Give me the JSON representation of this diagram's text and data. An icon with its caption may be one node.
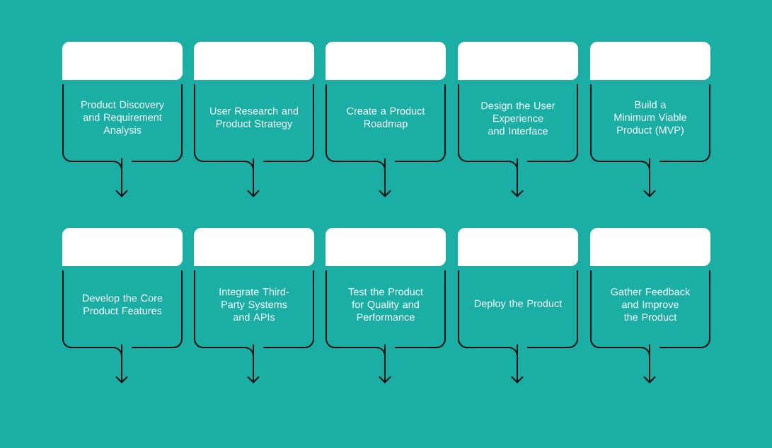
{
  "diagram": {
    "nodes": [
      {
        "text": [
          "Product Discovery and Requirement Analysis"
        ]
      },
      {
        "text": [
          "User Research and Product Strategy"
        ]
      },
      {
        "text": [
          "Create a Product Roadmap"
        ]
      },
      {
        "text": [
          "Design the User Experience and Interface"
        ]
      },
      {
        "text": [
          "Build a Minimum Viable Product (MVP)"
        ]
      },
      {
        "text": [
          "Develop the Core Product Features"
        ]
      },
      {
        "text": [
          "Integrate Third-Party Systems and APIs"
        ]
      },
      {
        "text": [
          "Test the Product for Quality and Performance"
        ]
      },
      {
        "text": [
          "Deploy the Product"
        ]
      },
      {
        "text": [
          "Gather Feedback and Improve the Product"
        ]
      }
    ],
    "edges": [
      {
        "from": 0,
        "to": null,
        "arrow": "to"
      },
      {
        "from": 1,
        "to": null,
        "arrow": "to"
      },
      {
        "from": 2,
        "to": null,
        "arrow": "to"
      },
      {
        "from": 3,
        "to": null,
        "arrow": "to"
      },
      {
        "from": 4,
        "to": null,
        "arrow": "to"
      },
      {
        "from": 5,
        "to": null,
        "arrow": "to"
      },
      {
        "from": 6,
        "to": null,
        "arrow": "to"
      },
      {
        "from": 7,
        "to": null,
        "arrow": "to"
      },
      {
        "from": 8,
        "to": null,
        "arrow": "to"
      },
      {
        "from": 9,
        "to": null,
        "arrow": "to"
      }
    ]
  }
}
